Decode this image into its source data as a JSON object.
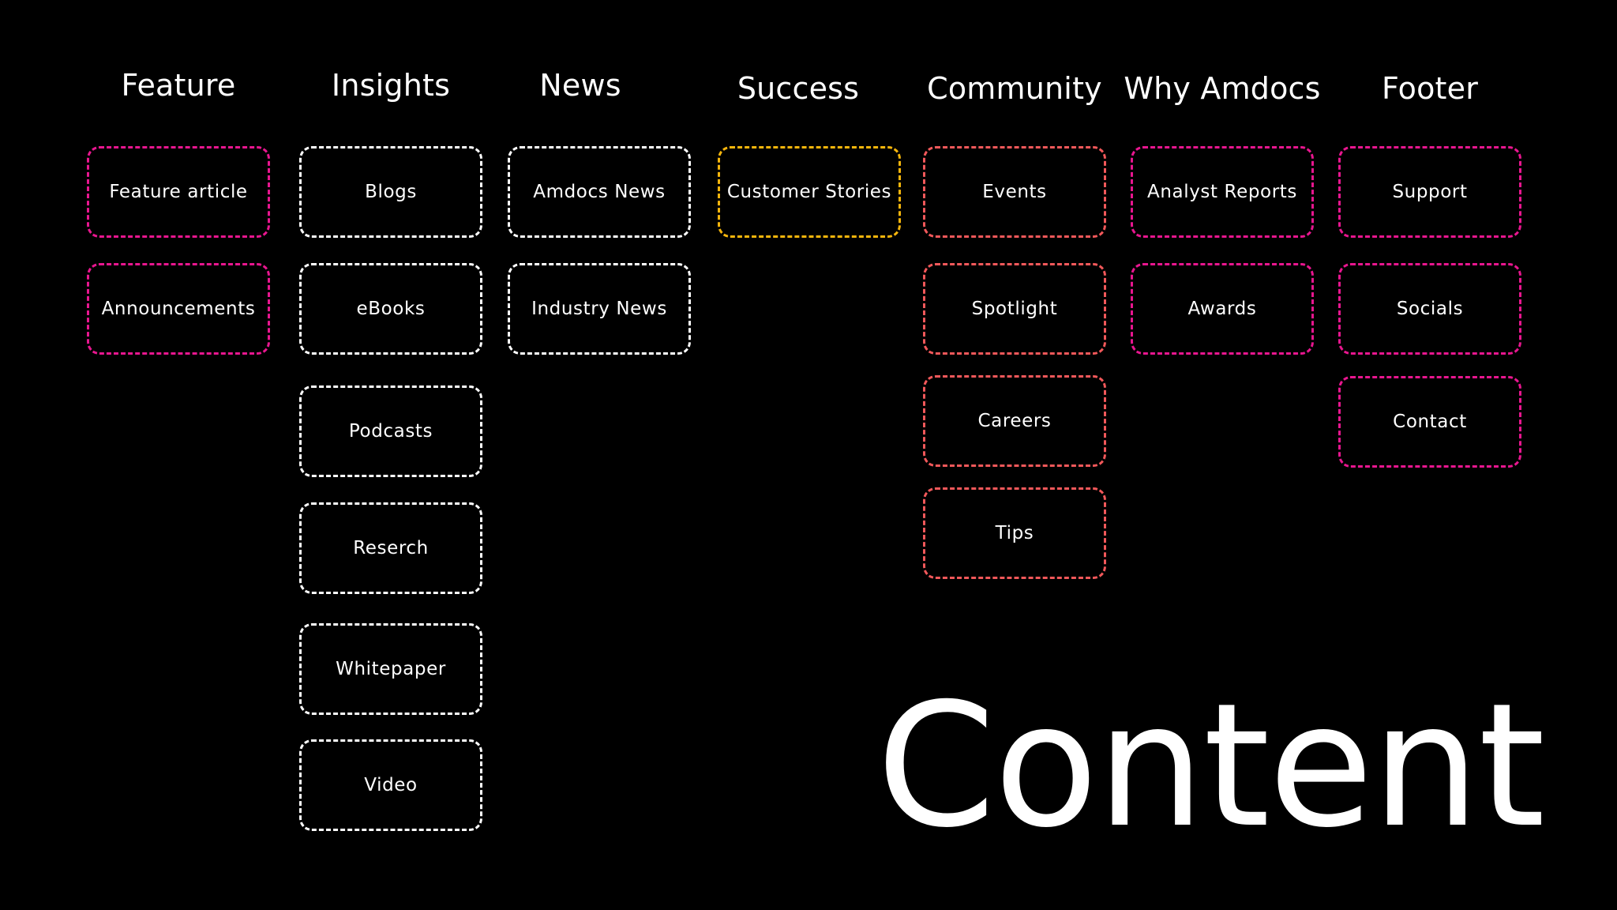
{
  "colors": {
    "background": "#000000",
    "text": "#ffffff",
    "white_border": "#ffffff",
    "magenta_border": "#e8168f",
    "amber_border": "#f5b50c",
    "coral_border": "#f2585a"
  },
  "columns": [
    {
      "title": "Feature",
      "border_color": "#e8168f",
      "items": [
        "Feature article",
        "Announcements"
      ]
    },
    {
      "title": "Insights",
      "border_color": "#ffffff",
      "items": [
        "Blogs",
        "eBooks",
        "Podcasts",
        "Reserch",
        "Whitepaper",
        "Video"
      ]
    },
    {
      "title": "News",
      "border_color": "#ffffff",
      "items": [
        "Amdocs News",
        "Industry News"
      ]
    },
    {
      "title": "Success",
      "border_color": "#f5b50c",
      "items": [
        "Customer Stories"
      ]
    },
    {
      "title": "Community",
      "border_color": "#f2585a",
      "items": [
        "Events",
        "Spotlight",
        "Careers",
        "Tips"
      ]
    },
    {
      "title": "Why Amdocs",
      "border_color": "#e8168f",
      "items": [
        "Analyst Reports",
        "Awards"
      ]
    },
    {
      "title": "Footer",
      "border_color": "#e8168f",
      "items": [
        "Support",
        "Socials",
        "Contact"
      ]
    }
  ],
  "main_title": "Content"
}
